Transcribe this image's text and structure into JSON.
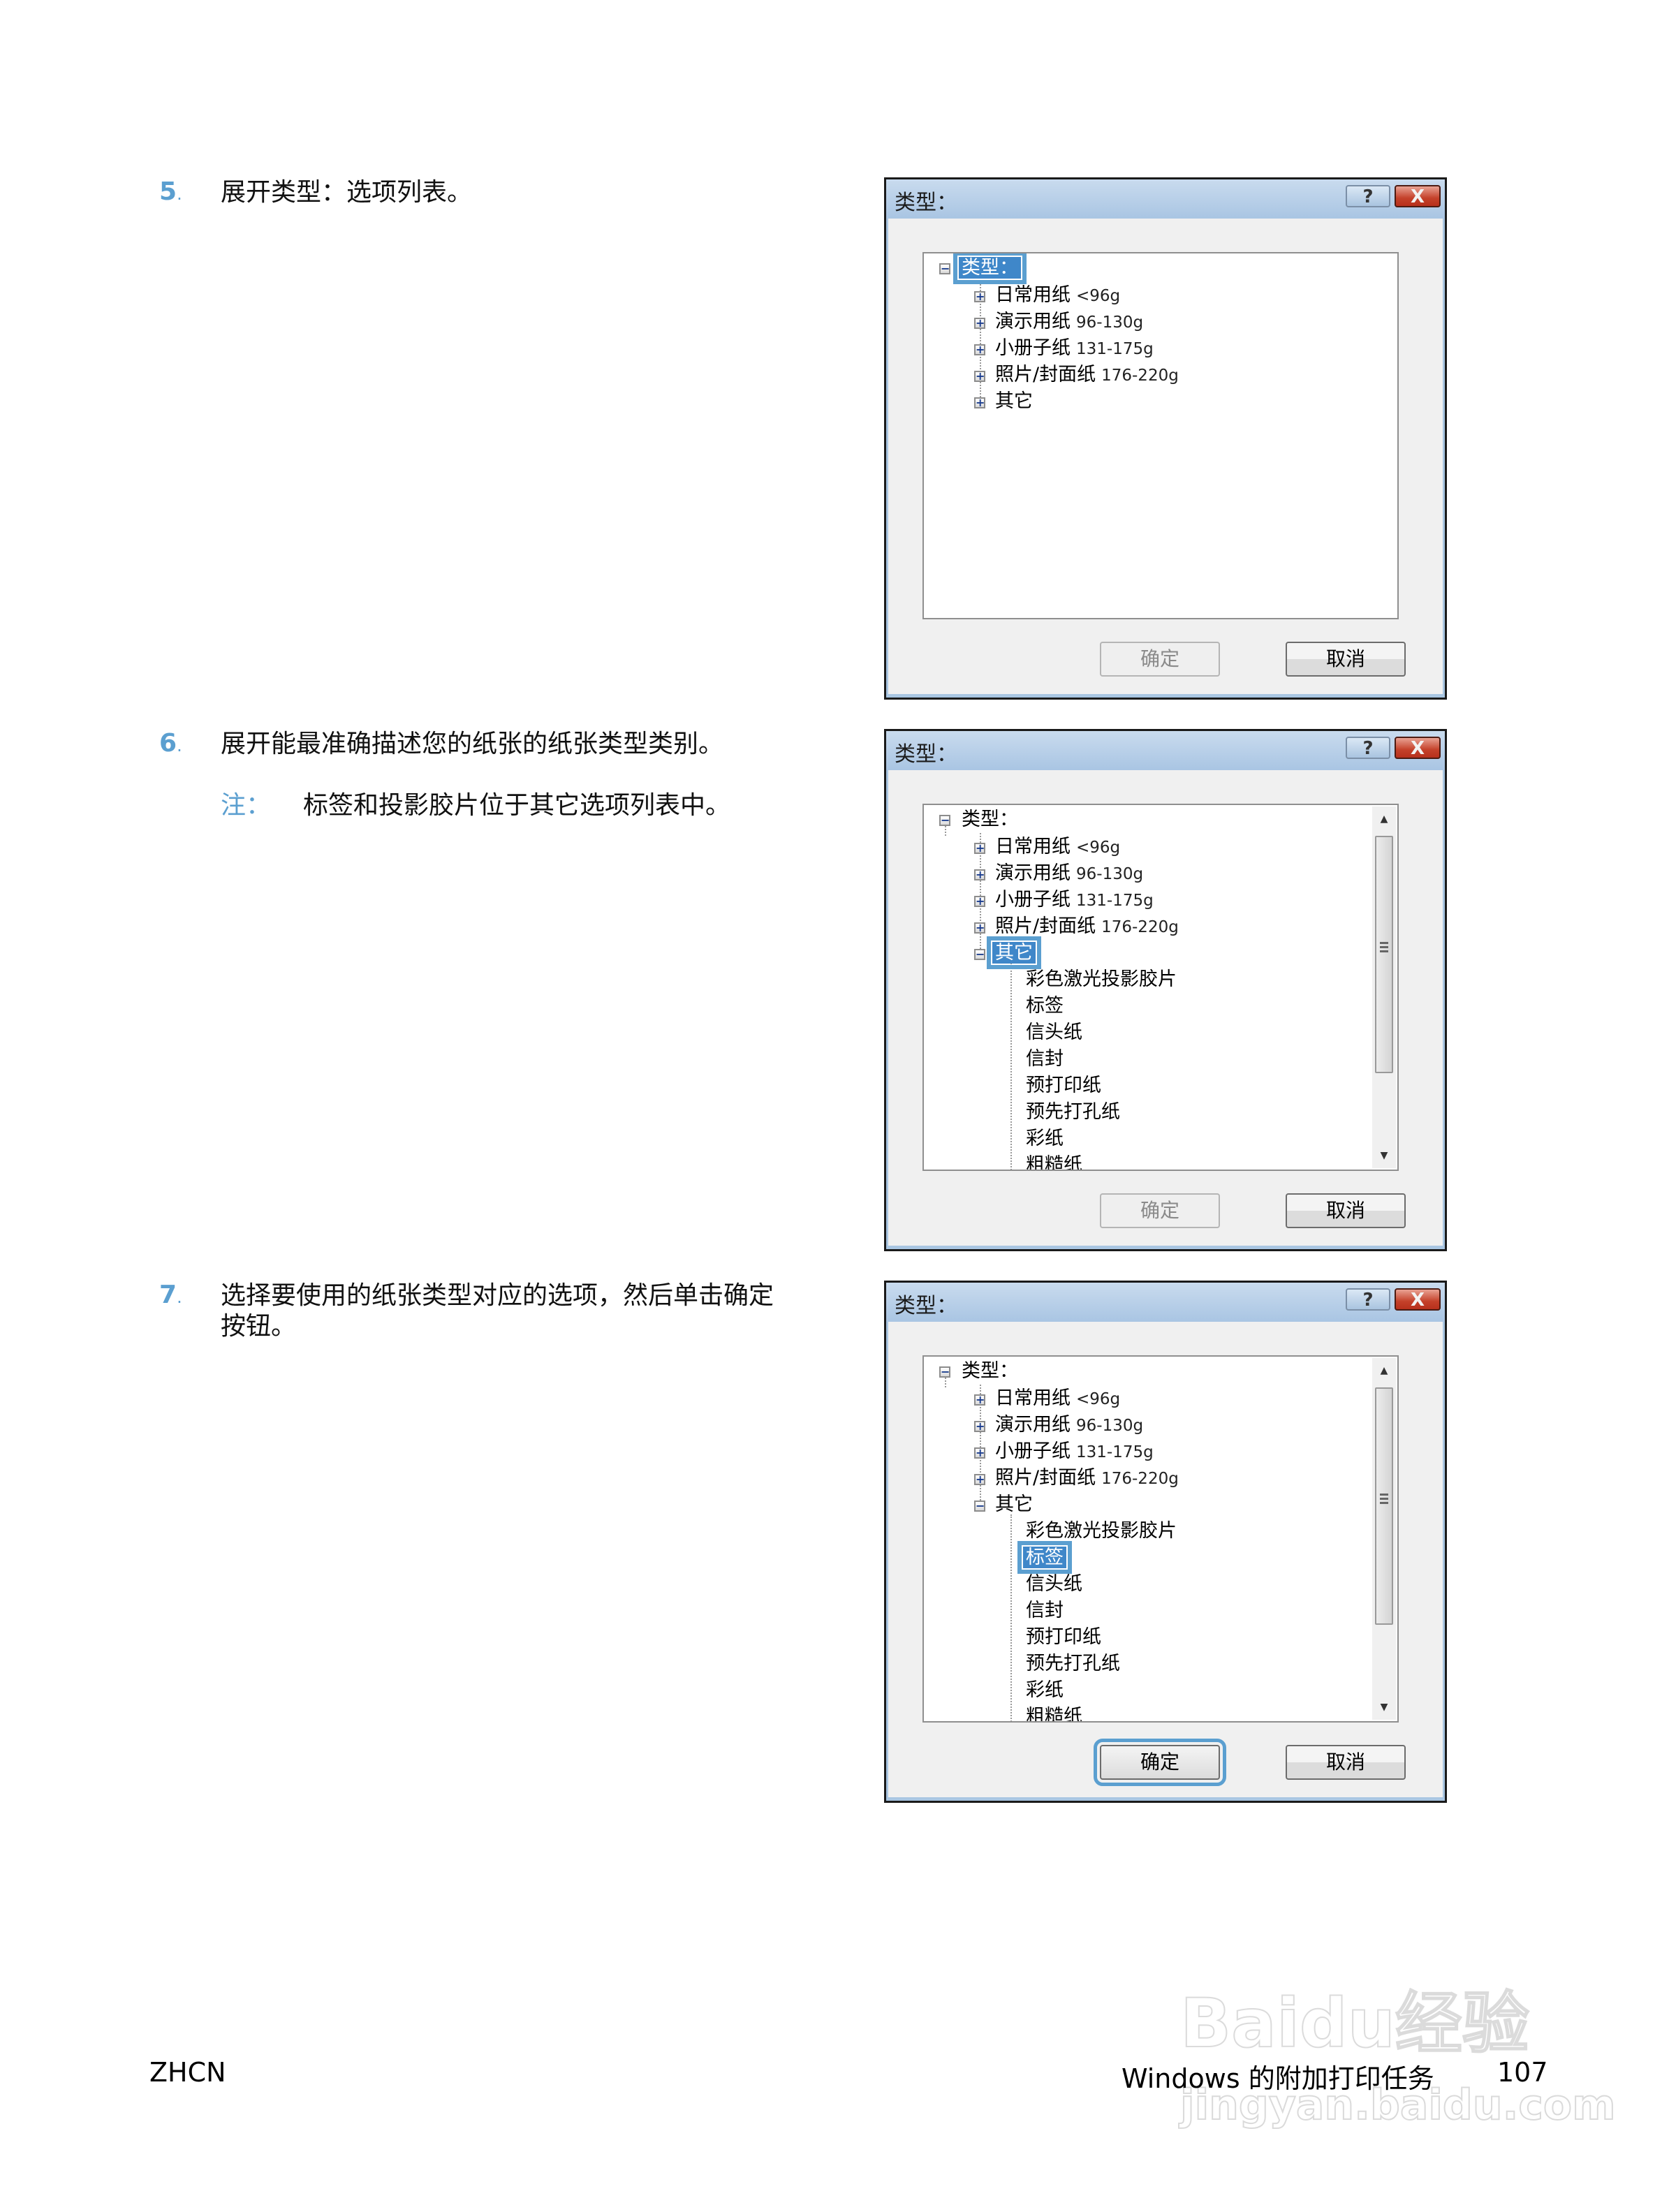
{
  "steps": [
    {
      "number": "5",
      "text": "展开类型：选项列表。"
    },
    {
      "number": "6",
      "text": "展开能最准确描述您的纸张的纸张类型类别。",
      "note_label": "注：",
      "note_text": "标签和投影胶片位于其它选项列表中。"
    },
    {
      "number": "7",
      "text": "选择要使用的纸张类型对应的选项，然后单击确定按钮。"
    }
  ],
  "dialog": {
    "title": "类型：",
    "help_icon": "?",
    "close_icon": "X",
    "root": "类型：",
    "categories": [
      {
        "label": "日常用纸",
        "weight": "<96g"
      },
      {
        "label": "演示用纸",
        "weight": "96-130g"
      },
      {
        "label": "小册子纸",
        "weight": "131-175g"
      },
      {
        "label": "照片/封面纸",
        "weight": "176-220g"
      },
      {
        "label": "其它",
        "weight": ""
      }
    ],
    "other_children": [
      "彩色激光投影胶片",
      "标签",
      "信头纸",
      "信封",
      "预打印纸",
      "预先打孔纸",
      "彩纸",
      "粗糙纸"
    ],
    "ok_label": "确定",
    "cancel_label": "取消",
    "scroll_up": "▲",
    "scroll_down": "▼"
  },
  "footer": {
    "left": "ZHCN",
    "section": "Windows 的附加打印任务",
    "page": "107"
  },
  "watermark": {
    "logo": "Baidu经验",
    "url": "jingyan.baidu.com"
  },
  "colors": {
    "accent": "#5b9fd0",
    "selection": "#3f87c9",
    "close_button": "#c4412a"
  }
}
